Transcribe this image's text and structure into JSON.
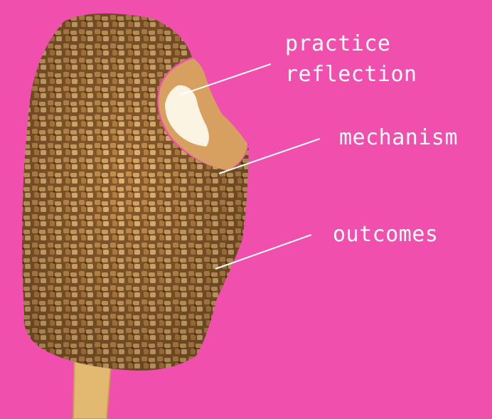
{
  "background_color": "#f04fae",
  "illustration": {
    "subject": "bitten toffee-crunch ice cream bar on a wooden stick"
  },
  "labels": {
    "line1": "practice",
    "line2": "reflection",
    "mechanism": "mechanism",
    "outcomes": "outcomes"
  },
  "colors": {
    "label_text": "#ffffff",
    "leader_line": "#ffffff",
    "coating": "#b07a3c",
    "filling": "#d8a060",
    "cream_core": "#fbf4e2",
    "stick": "#e3b871"
  }
}
